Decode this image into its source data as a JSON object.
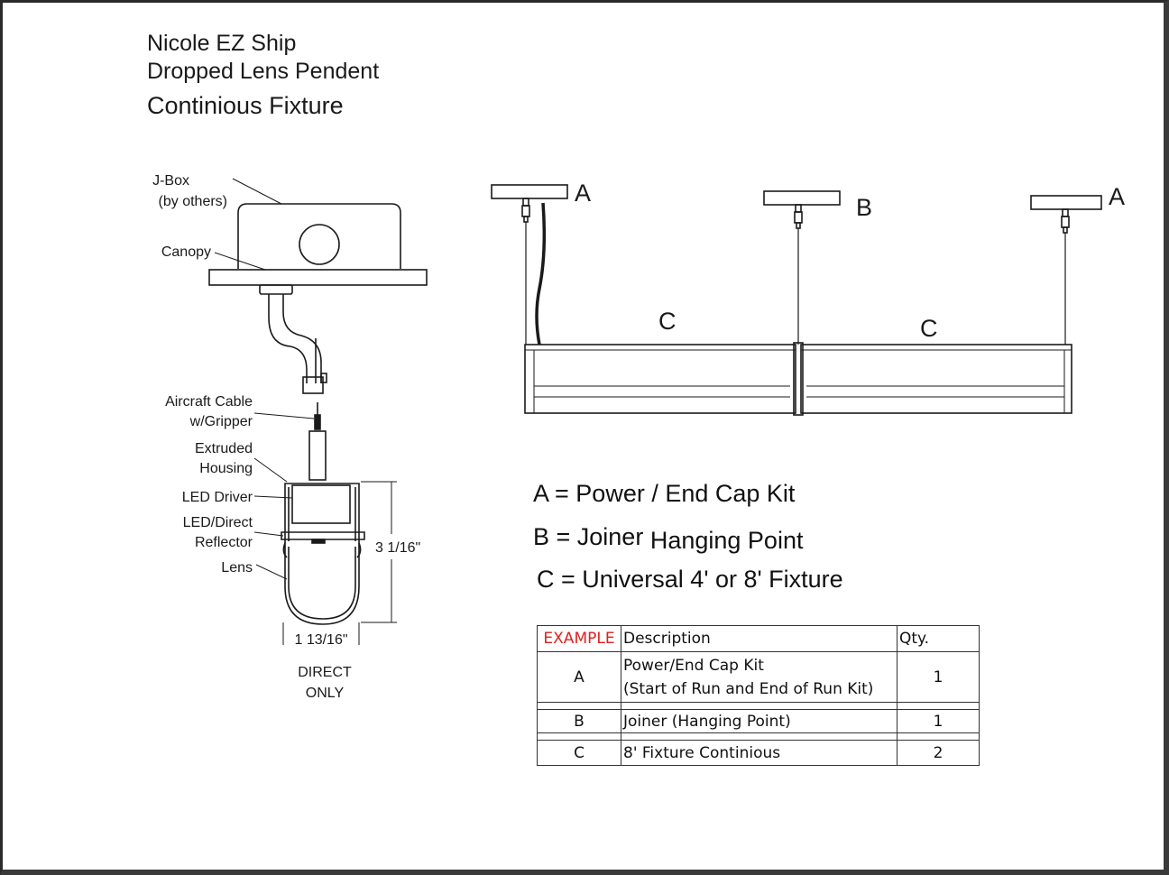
{
  "title": {
    "line1": "Nicole EZ Ship",
    "line2": "Dropped Lens Pendent",
    "line3": "Continious Fixture"
  },
  "section_callouts": {
    "jbox_1": "J-Box",
    "jbox_2": "(by others)",
    "canopy": "Canopy",
    "cable_1": "Aircraft Cable",
    "cable_2": "w/Gripper",
    "housing_1": "Extruded",
    "housing_2": "Housing",
    "driver": "LED Driver",
    "reflector_1": "LED/Direct",
    "reflector_2": "Reflector",
    "lens": "Lens",
    "height_dim": "3 1/16\"",
    "width_dim": "1 13/16\"",
    "note_1": "DIRECT",
    "note_2": "ONLY"
  },
  "run_diagram": {
    "label_a_left": "A",
    "label_b": "B",
    "label_a_right": "A",
    "label_c_left": "C",
    "label_c_right": "C"
  },
  "legend": {
    "a": "A = Power / End Cap Kit",
    "b_part1": "B = Joiner",
    "b_part2": "Hanging Point",
    "c": "C = Universal 4' or 8' Fixture"
  },
  "table": {
    "header_example": "EXAMPLE",
    "header_description": "Description",
    "header_qty": "Qty.",
    "rows": [
      {
        "code": "A",
        "desc_line1": "Power/End Cap Kit",
        "desc_line2": "(Start of Run and End of Run Kit)",
        "qty": "1"
      },
      {
        "code": "B",
        "desc_line1": "Joiner (Hanging Point)",
        "desc_line2": "",
        "qty": "1"
      },
      {
        "code": "C",
        "desc_line1": "8' Fixture Continious",
        "desc_line2": "",
        "qty": "2"
      }
    ]
  },
  "colors": {
    "line": "#1a1a1a",
    "example_header": "#e02020",
    "frame": "#2b2b2b"
  }
}
